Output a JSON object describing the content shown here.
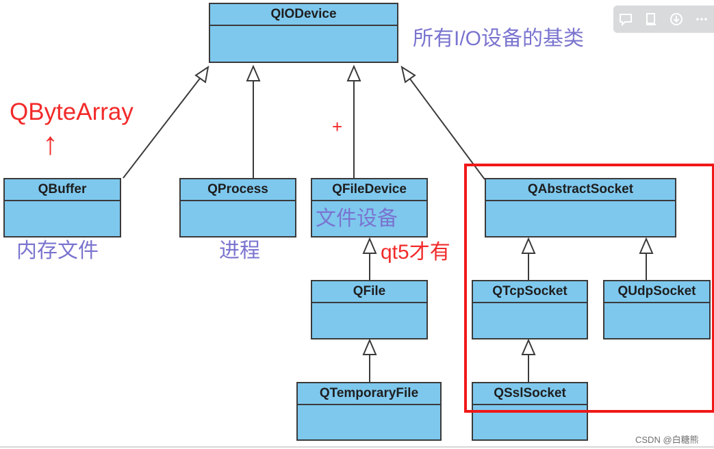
{
  "diagram": {
    "classes": {
      "qiodevice": "QIODevice",
      "qbuffer": "QBuffer",
      "qprocess": "QProcess",
      "qfiledevice": "QFileDevice",
      "qabstractsocket": "QAbstractSocket",
      "qfile": "QFile",
      "qtcpsocket": "QTcpSocket",
      "qudpsocket": "QUdpSocket",
      "qtemporaryfile": "QTemporaryFile",
      "qsslsocket": "QSslSocket"
    },
    "annotations": {
      "base_class_note": "所有I/O设备的基类",
      "qbytearray": "QByteArray",
      "memory_file": "内存文件",
      "process": "进程",
      "file_device": "文件设备",
      "qt5_only": "qt5才有",
      "plus_mark": "+",
      "up_arrow": "↑"
    },
    "colors": {
      "class_fill": "#7ec8ee",
      "annotation_purple": "#7a74cf",
      "annotation_red": "#f22a2a",
      "highlight_frame": "#f01818"
    }
  },
  "toolbar": {
    "icons": [
      "comment-icon",
      "page-icon",
      "download-icon",
      "more-icon"
    ]
  },
  "watermark": "CSDN @白糖熊"
}
